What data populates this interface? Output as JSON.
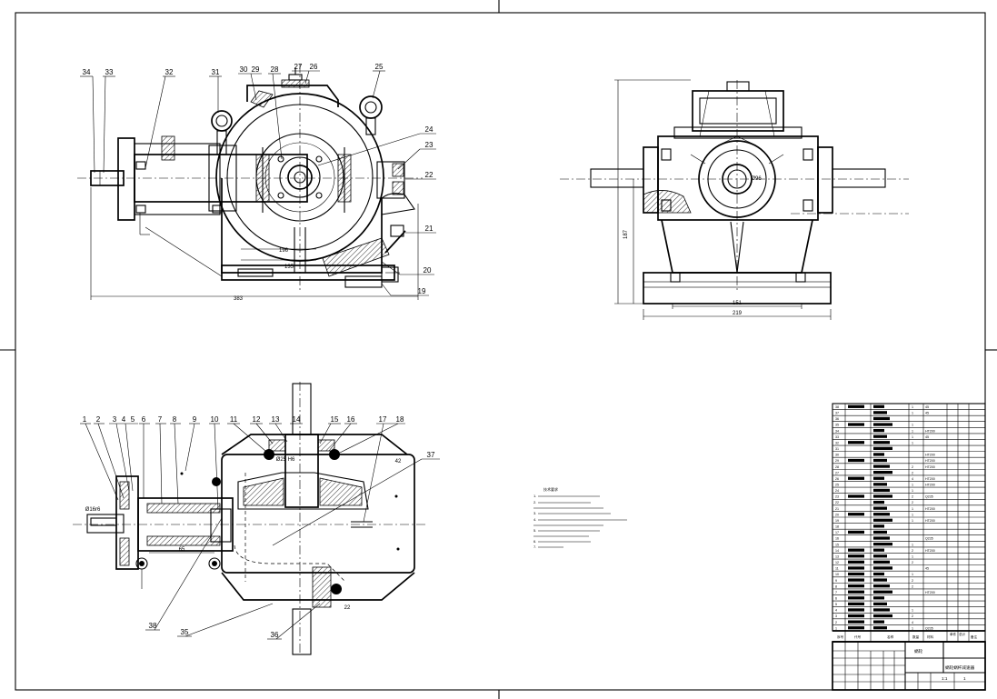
{
  "views": {
    "front": {
      "balloons": [
        "34",
        "33",
        "32",
        "31",
        "30",
        "29",
        "28",
        "27",
        "26",
        "25",
        "24",
        "23",
        "22",
        "21",
        "20",
        "19"
      ],
      "dims": {
        "overall": "383",
        "inner": "135",
        "d1": "196"
      }
    },
    "side": {
      "dims": {
        "base": "151",
        "overall": "219",
        "height": "187",
        "bore": "Ø96"
      }
    },
    "plan": {
      "balloons_top": [
        "1",
        "2",
        "3",
        "4",
        "5",
        "6",
        "7",
        "8",
        "9",
        "10",
        "11",
        "12",
        "13",
        "14",
        "15",
        "16",
        "17",
        "18"
      ],
      "balloons_bottom": [
        "38",
        "35",
        "36",
        "37"
      ],
      "dims": {
        "shaft": "Ø16r6",
        "span": "65",
        "gap": "42"
      }
    }
  },
  "notes": {
    "title": "技术要求",
    "lines": [
      "1.",
      "2.",
      "3.",
      "4.",
      "5.",
      "6.",
      "7."
    ]
  },
  "bom": {
    "item_numbers": [
      "38",
      "37",
      "36",
      "35",
      "34",
      "33",
      "32",
      "31",
      "30",
      "29",
      "28",
      "27",
      "26",
      "25",
      "24",
      "23",
      "22",
      "21",
      "20",
      "19",
      "18",
      "17",
      "16",
      "15",
      "14",
      "13",
      "12",
      "11",
      "10",
      "9",
      "8",
      "7",
      "6",
      "5",
      "4",
      "3",
      "2",
      "1"
    ],
    "quantities": [
      "1",
      "1",
      "",
      "1",
      "1",
      "1",
      "1",
      "",
      "",
      "",
      "2",
      "2",
      "4",
      "1",
      "1",
      "2",
      "2",
      "1",
      "1",
      "1",
      "",
      "",
      "",
      "1",
      "2",
      "1",
      "2",
      "",
      "1",
      "2",
      "2",
      "",
      "",
      "",
      "1",
      "2",
      "4",
      "1"
    ],
    "right_labels": [
      "45",
      "45",
      "",
      "",
      "HT200",
      "45",
      "",
      "",
      "HT200",
      "HT200",
      "HT200",
      "",
      "HT200",
      "HT200",
      "",
      "Q235",
      "",
      "HT200",
      "",
      "HT200",
      "",
      "",
      "Q235",
      "",
      "HT200",
      "",
      "",
      "45",
      "",
      "",
      "",
      "HT200",
      "",
      "",
      "",
      "",
      "",
      "Q235"
    ],
    "header": [
      "序号",
      "代号",
      "名称",
      "数量",
      "材料",
      "单件",
      "总计",
      "备注"
    ]
  },
  "title_block": {
    "name": "蜗轮",
    "drawing_title": "蜗轮蜗杆减速器",
    "scale": "1:1",
    "sheet": "1"
  }
}
